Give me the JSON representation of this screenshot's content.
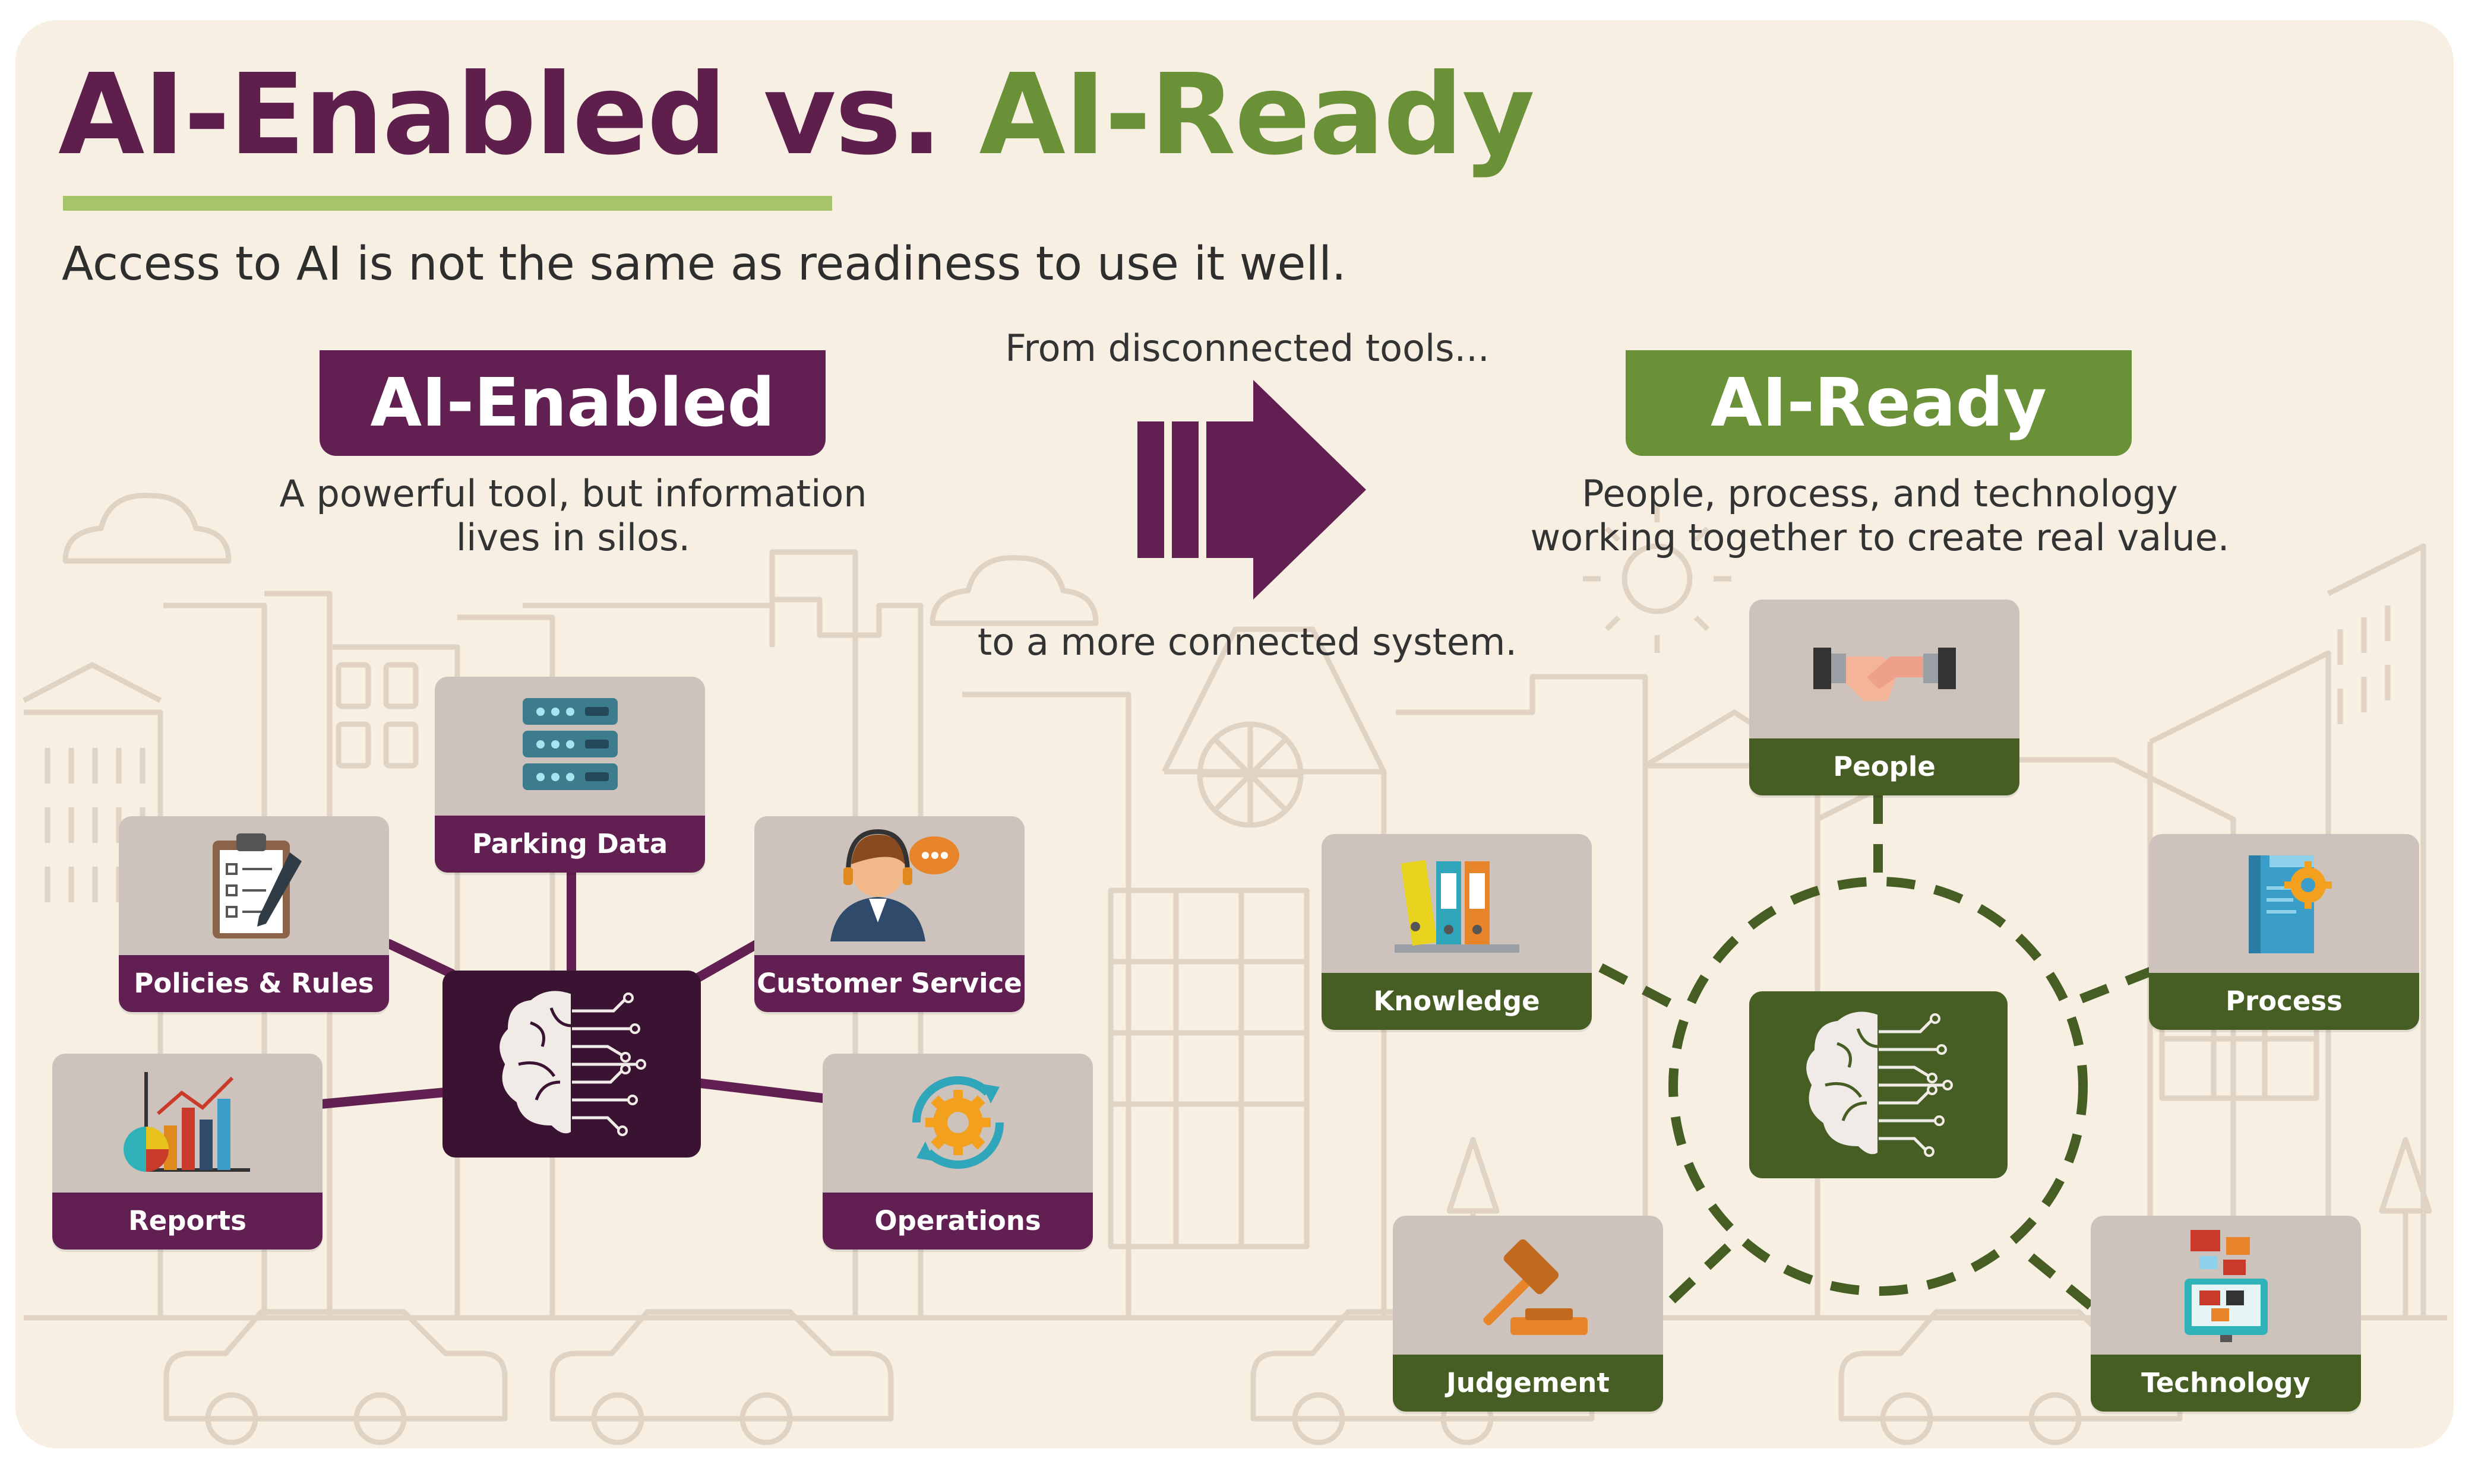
{
  "header": {
    "title_part1": "AI-Enabled vs.",
    "title_part2": "AI-Ready",
    "subtitle": "Access to AI is not the same as readiness to use it well."
  },
  "left": {
    "heading": "AI-Enabled",
    "description": "A powerful tool, but information\nlives in silos.",
    "cards": [
      "Parking Data",
      "Policies & Rules",
      "Customer Service",
      "Reports",
      "Operations"
    ]
  },
  "middle": {
    "top_text": "From disconnected tools...",
    "bottom_text": "to a more connected system."
  },
  "right": {
    "heading": "AI-Ready",
    "description": "People, process, and technology\nworking together to create real value.",
    "cards": [
      "People",
      "Knowledge",
      "Process",
      "Judgement",
      "Technology"
    ]
  },
  "colors": {
    "purple": "#5e1f4d",
    "purple_dark": "#3a1332",
    "green": "#6a9038",
    "green_dark": "#465d23",
    "background": "#f6efe2",
    "card": "#cdc3bc"
  },
  "icons": {
    "parking-data": "server-rack-icon",
    "policies": "clipboard-checklist-icon",
    "customer-service": "headset-agent-icon",
    "reports": "bar-chart-icon",
    "operations": "gear-cycle-icon",
    "people": "handshake-icon",
    "knowledge": "binders-icon",
    "process": "book-gear-icon",
    "judgement": "gavel-icon",
    "technology": "computer-folders-icon",
    "hub": "brain-circuit-icon"
  }
}
